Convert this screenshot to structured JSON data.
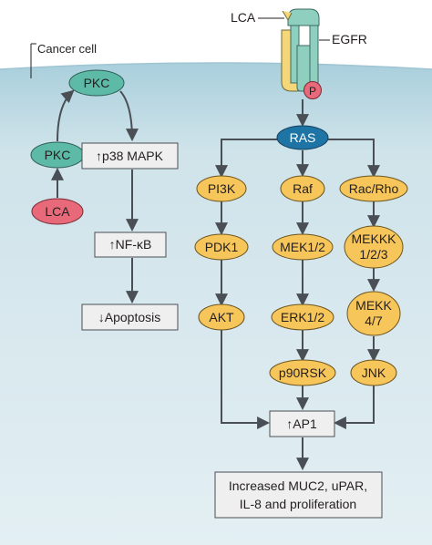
{
  "labels": {
    "cancer_cell": "Cancer cell",
    "lca_top": "LCA",
    "egfr": "EGFR",
    "phospho": "P"
  },
  "left_pathway": {
    "pkc_top": "PKC",
    "pkc_bottom": "PKC",
    "lca": "LCA",
    "p38": "↑p38 MAPK",
    "nfkb": "↑NF-κB",
    "apoptosis": "↓Apoptosis"
  },
  "right_pathway": {
    "ras": "RAS",
    "col1": [
      "PI3K",
      "PDK1",
      "AKT"
    ],
    "col2": [
      "Raf",
      "MEK1/2",
      "ERK1/2",
      "p90RSK"
    ],
    "col3": {
      "rac": "Rac/Rho",
      "mekkk_line1": "MEKKK",
      "mekkk_line2": "1/2/3",
      "mekk_line1": "MEKK",
      "mekk_line2": "4/7",
      "jnk": "JNK"
    },
    "ap1": "↑AP1",
    "outcome_line1": "Increased MUC2, uPAR,",
    "outcome_line2": "IL-8 and proliferation"
  },
  "colors": {
    "cell_fill": "#cfe3ea",
    "cell_edge": "#b9d3dd",
    "receptor_green": "#8ecfbf",
    "receptor_yellow": "#f5d77a",
    "teal_node": "#5cbaa6",
    "yellow_node": "#f7c65a",
    "red_node": "#e8697a",
    "box_fill": "#efefef",
    "arrow": "#4a4f55"
  }
}
